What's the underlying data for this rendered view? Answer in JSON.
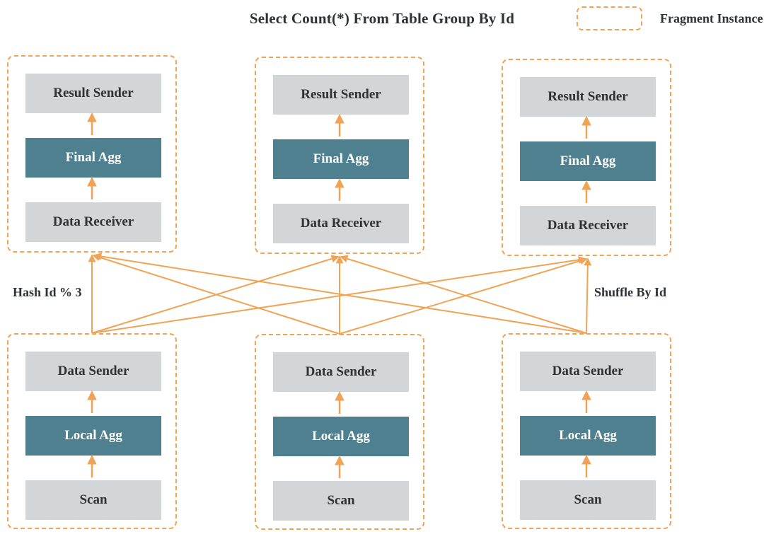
{
  "title": "Select Count(*) From Table Group By Id",
  "legend": {
    "label": "Fragment Instance"
  },
  "edge_labels": {
    "left": "Hash Id % 3",
    "right": "Shuffle By Id"
  },
  "colors": {
    "accent_orange": "#F0A355",
    "agg_teal": "#4E808F",
    "node_gray": "#D3D6D8",
    "text_dark": "#2D3237"
  },
  "fragments": [
    {
      "id": "top-left",
      "nodes": [
        {
          "label": "Result Sender"
        },
        {
          "label": "Final Agg"
        },
        {
          "label": "Data Receiver"
        }
      ]
    },
    {
      "id": "top-middle",
      "nodes": [
        {
          "label": "Result Sender"
        },
        {
          "label": "Final Agg"
        },
        {
          "label": "Data Receiver"
        }
      ]
    },
    {
      "id": "top-right",
      "nodes": [
        {
          "label": "Result Sender"
        },
        {
          "label": "Final Agg"
        },
        {
          "label": "Data Receiver"
        }
      ]
    },
    {
      "id": "bottom-left",
      "nodes": [
        {
          "label": "Data Sender"
        },
        {
          "label": "Local Agg"
        },
        {
          "label": "Scan"
        }
      ]
    },
    {
      "id": "bottom-middle",
      "nodes": [
        {
          "label": "Data Sender"
        },
        {
          "label": "Local Agg"
        },
        {
          "label": "Scan"
        }
      ]
    },
    {
      "id": "bottom-right",
      "nodes": [
        {
          "label": "Data Sender"
        },
        {
          "label": "Local Agg"
        },
        {
          "label": "Scan"
        }
      ]
    }
  ]
}
